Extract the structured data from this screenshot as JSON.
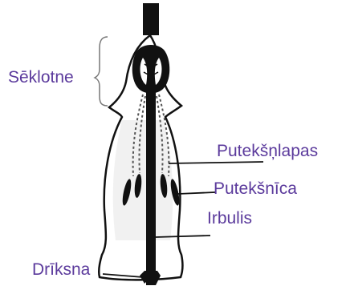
{
  "diagram": {
    "colors": {
      "label": "#5b3a9c",
      "ink": "#111111",
      "fill": "#ffffff",
      "shade": "#eeeeee"
    },
    "labels": {
      "seklotne": "Sēklotne",
      "putekslapas": "Putekšņlapas",
      "puteksnica": "Putekšnīca",
      "irbulis": "Irbulis",
      "driksna": "Drīksna"
    }
  }
}
